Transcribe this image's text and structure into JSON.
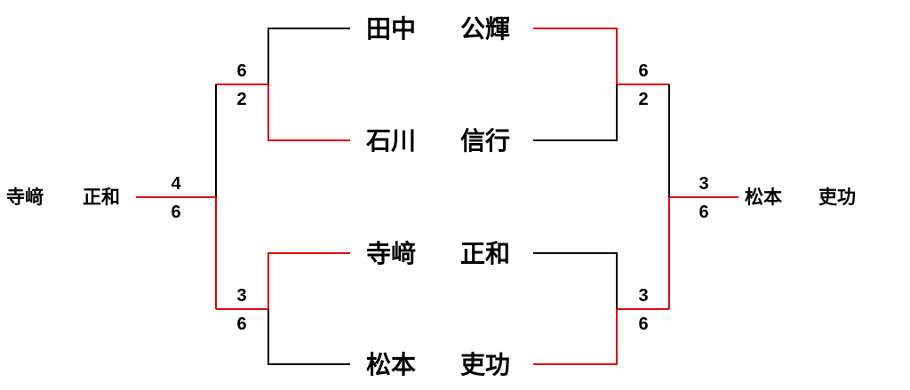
{
  "colors": {
    "winner_line": "#e00000",
    "loser_line": "#000000"
  },
  "players": {
    "p1": {
      "family": "田中",
      "given": "公輝"
    },
    "p2": {
      "family": "石川",
      "given": "信行"
    },
    "p3": {
      "family": "寺﨑",
      "given": "正和"
    },
    "p4": {
      "family": "松本",
      "given": "吏功"
    }
  },
  "left_side": {
    "semi1_scores": {
      "top": "6",
      "bottom": "2"
    },
    "semi2_scores": {
      "top": "3",
      "bottom": "6"
    },
    "final_scores": {
      "top": "4",
      "bottom": "6"
    },
    "finalist": {
      "family": "寺﨑",
      "given": "正和"
    }
  },
  "right_side": {
    "semi1_scores": {
      "top": "6",
      "bottom": "2"
    },
    "semi2_scores": {
      "top": "3",
      "bottom": "6"
    },
    "final_scores": {
      "top": "3",
      "bottom": "6"
    },
    "finalist": {
      "family": "松本",
      "given": "吏功"
    }
  }
}
